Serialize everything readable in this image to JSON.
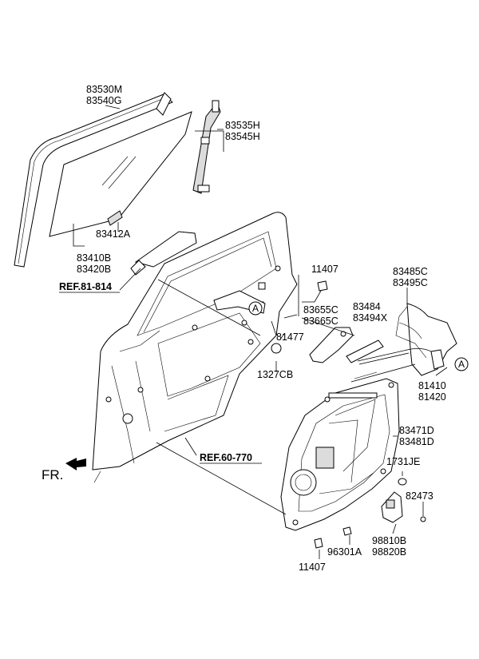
{
  "labels": {
    "p83530m": "83530M",
    "p83540g": "83540G",
    "p83535h": "83535H",
    "p83545h": "83545H",
    "p83412a": "83412A",
    "p83410b": "83410B",
    "p83420b": "83420B",
    "ref81": "REF.81-814",
    "p11407a": "11407",
    "p83485c": "83485C",
    "p83495c": "83495C",
    "p83484": "83484",
    "p83494x": "83494X",
    "p83655c": "83655C",
    "p83665c": "83665C",
    "p81477": "81477",
    "p1327cb": "1327CB",
    "p81410": "81410",
    "p81420": "81420",
    "p83471d": "83471D",
    "p83481d": "83481D",
    "ref60": "REF.60-770",
    "p1731je": "1731JE",
    "p82473": "82473",
    "p96301a": "96301A",
    "p98810b": "98810B",
    "p98820b": "98820B",
    "p11407b": "11407",
    "fr": "FR.",
    "callout_a1": "A",
    "callout_a2": "A"
  }
}
